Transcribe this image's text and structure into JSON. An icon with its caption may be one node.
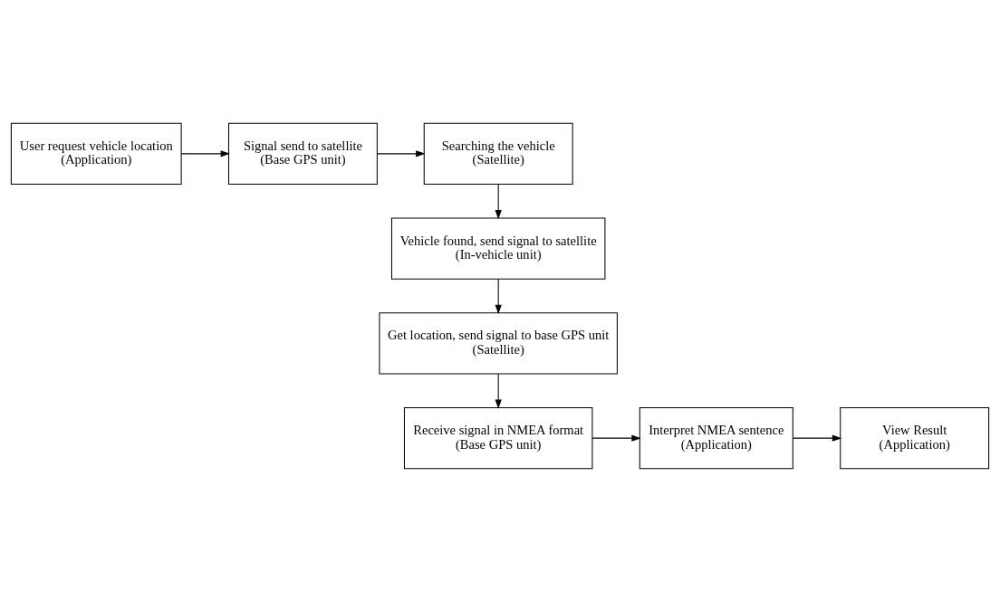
{
  "diagram": {
    "nodes": [
      {
        "text": [
          "User request vehicle location",
          "(Application)"
        ]
      },
      {
        "text": [
          "Signal send to satellite",
          "(Base GPS unit)"
        ]
      },
      {
        "text": [
          "Searching the vehicle",
          "(Satellite)"
        ]
      },
      {
        "text": [
          "Vehicle found, send signal to satellite",
          "(In-vehicle unit)"
        ]
      },
      {
        "text": [
          "Get location, send signal to base GPS unit",
          "(Satellite)"
        ]
      },
      {
        "text": [
          "Receive signal in NMEA format",
          "(Base GPS unit)"
        ]
      },
      {
        "text": [
          "Interpret NMEA sentence",
          "(Application)"
        ]
      },
      {
        "text": [
          "View Result",
          "(Application)"
        ]
      }
    ],
    "edges": [
      {
        "from": 0,
        "to": 1,
        "arrow": "to"
      },
      {
        "from": 1,
        "to": 2,
        "arrow": "to"
      },
      {
        "from": 2,
        "to": 3,
        "arrow": "to"
      },
      {
        "from": 3,
        "to": 4,
        "arrow": "to"
      },
      {
        "from": 4,
        "to": 5,
        "arrow": "to"
      },
      {
        "from": 5,
        "to": 6,
        "arrow": "to"
      },
      {
        "from": 6,
        "to": 7,
        "arrow": "to"
      }
    ]
  }
}
